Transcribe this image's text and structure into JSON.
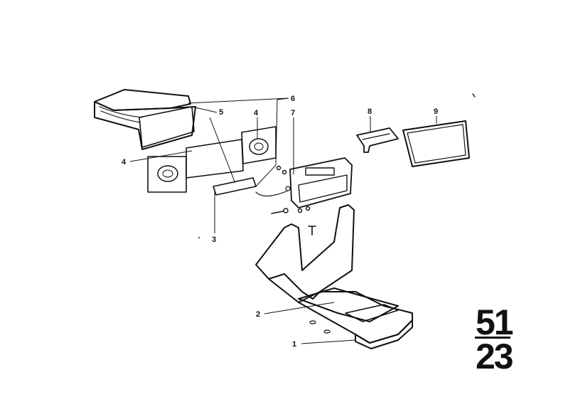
{
  "callouts": [
    {
      "label": "1"
    },
    {
      "label": "2"
    },
    {
      "label": "3"
    },
    {
      "label": "4"
    },
    {
      "label": "4"
    },
    {
      "label": "5"
    },
    {
      "label": "6"
    },
    {
      "label": "7"
    },
    {
      "label": "8"
    },
    {
      "label": "9"
    }
  ],
  "group_code": {
    "main": "51",
    "sub": "23"
  },
  "colors": {
    "ink": "#111111",
    "paper": "#ffffff",
    "wood": "#6b6b6b"
  }
}
